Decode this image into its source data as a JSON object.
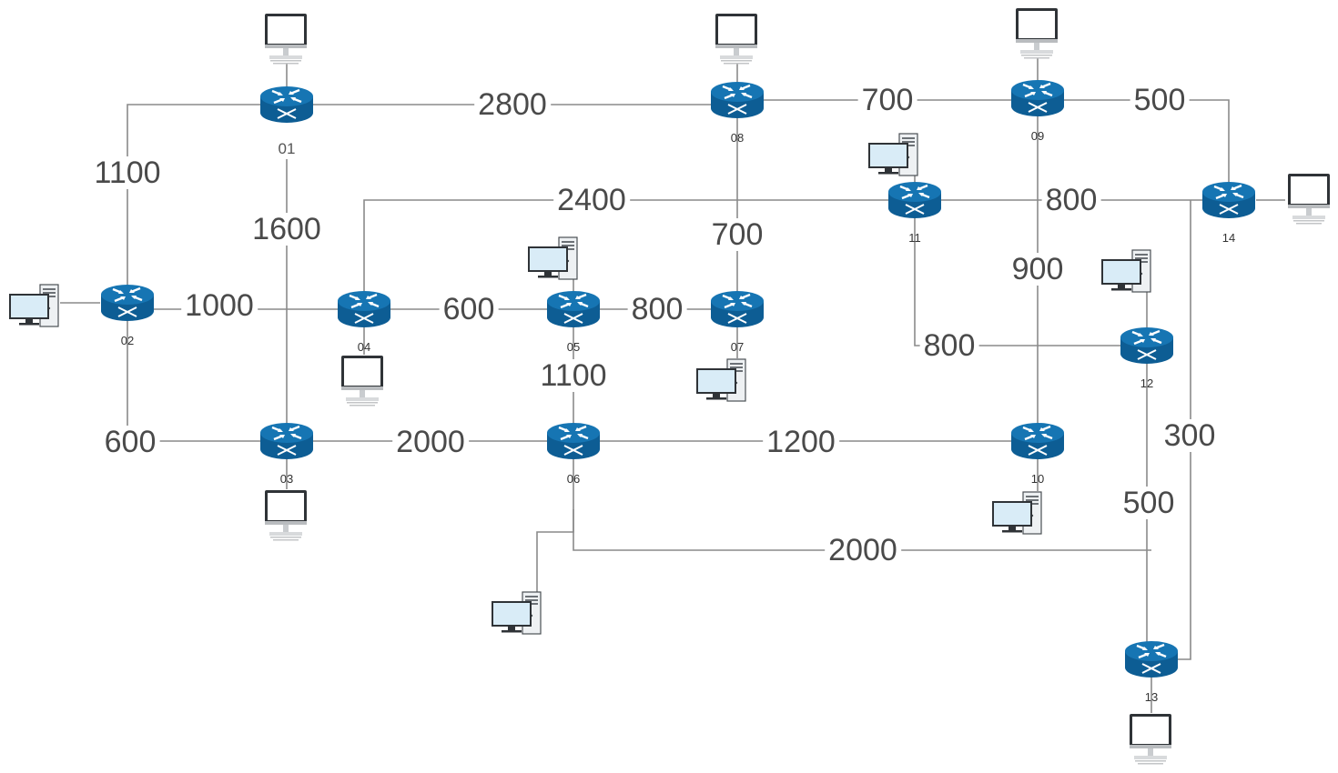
{
  "colors": {
    "router": "#1675b3",
    "router_dark": "#0d5d94",
    "wire": "#8a8a8a",
    "label": "#4a4a4a"
  },
  "routers": [
    {
      "id": "01"
    },
    {
      "id": "02"
    },
    {
      "id": "03"
    },
    {
      "id": "04"
    },
    {
      "id": "05"
    },
    {
      "id": "06"
    },
    {
      "id": "07"
    },
    {
      "id": "08"
    },
    {
      "id": "09"
    },
    {
      "id": "10"
    },
    {
      "id": "11"
    },
    {
      "id": "12"
    },
    {
      "id": "13"
    },
    {
      "id": "14"
    }
  ],
  "links": [
    {
      "from": "01",
      "to": "08",
      "weight": "2800"
    },
    {
      "from": "01",
      "to": "02",
      "weight": "1100"
    },
    {
      "from": "01",
      "to": "03",
      "weight": "1600"
    },
    {
      "from": "08",
      "to": "09",
      "weight": "700"
    },
    {
      "from": "09",
      "to": "14",
      "weight": "500"
    },
    {
      "from": "04",
      "to": "11",
      "weight": "2400"
    },
    {
      "from": "08",
      "to": "07",
      "weight": "700"
    },
    {
      "from": "11",
      "to": "14",
      "weight": "800"
    },
    {
      "from": "09",
      "to": "10",
      "weight": "900"
    },
    {
      "from": "02",
      "to": "04",
      "weight": "1000"
    },
    {
      "from": "04",
      "to": "05",
      "weight": "600"
    },
    {
      "from": "05",
      "to": "07",
      "weight": "800"
    },
    {
      "from": "11",
      "to": "12",
      "weight": "800"
    },
    {
      "from": "05",
      "to": "06",
      "weight": "1100"
    },
    {
      "from": "02",
      "to": "03",
      "weight": "600"
    },
    {
      "from": "03",
      "to": "06",
      "weight": "2000"
    },
    {
      "from": "06",
      "to": "10",
      "weight": "1200"
    },
    {
      "from": "14",
      "to": "13",
      "weight": "300"
    },
    {
      "from": "12",
      "to": "13",
      "weight": "500"
    },
    {
      "from": "06",
      "to": "13",
      "weight": "2000"
    }
  ],
  "hosts": [
    {
      "type": "monitor",
      "router": "01"
    },
    {
      "type": "monitor",
      "router": "08"
    },
    {
      "type": "monitor",
      "router": "09"
    },
    {
      "type": "desktop",
      "router": "11"
    },
    {
      "type": "monitor",
      "router": "14"
    },
    {
      "type": "desktop",
      "router": "02"
    },
    {
      "type": "desktop",
      "router": "05"
    },
    {
      "type": "desktop",
      "router": "12"
    },
    {
      "type": "monitor",
      "router": "04"
    },
    {
      "type": "desktop",
      "router": "07"
    },
    {
      "type": "monitor",
      "router": "03"
    },
    {
      "type": "desktop",
      "router": "10"
    },
    {
      "type": "desktop",
      "router": "06"
    },
    {
      "type": "monitor",
      "router": "13"
    }
  ]
}
